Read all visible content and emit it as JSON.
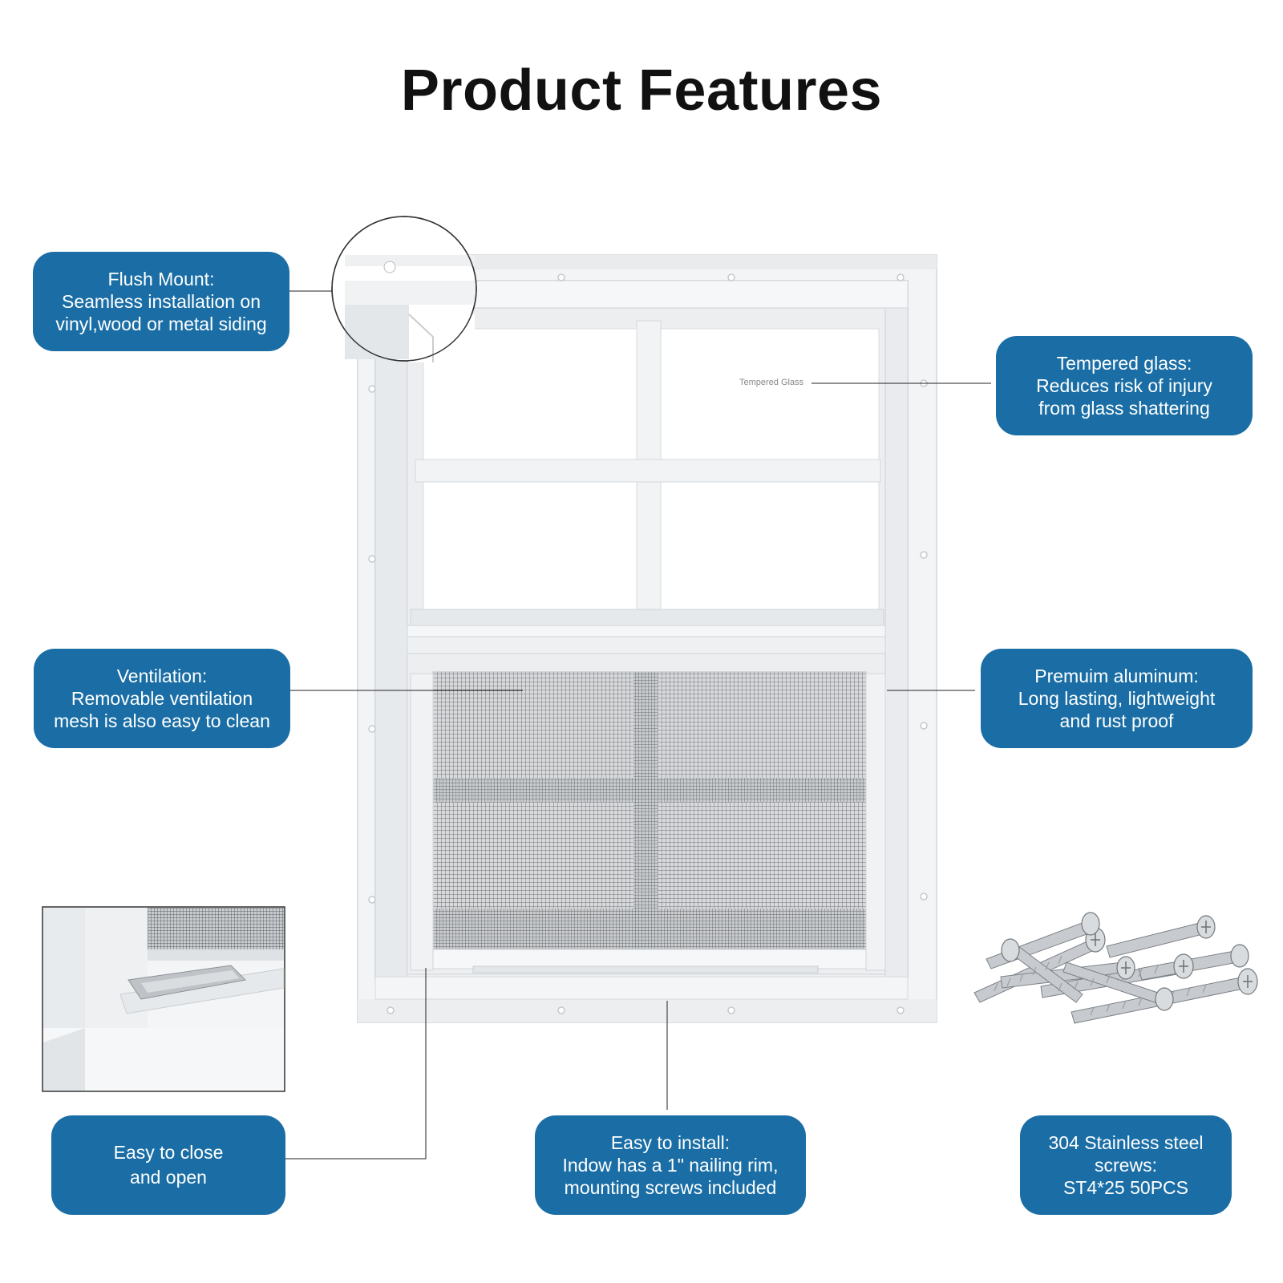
{
  "title": "Product Features",
  "colors": {
    "badge": "#1a6ea5",
    "frame": "#eef0f2",
    "line": "#222222"
  },
  "image_overlay": {
    "glass_label": "Tempered Glass"
  },
  "features": {
    "flush_mount": [
      "Flush Mount:",
      "Seamless installation on",
      "vinyl,wood or metal siding"
    ],
    "tempered_glass": [
      "Tempered glass:",
      "Reduces risk of injury",
      "from glass shattering"
    ],
    "ventilation": [
      "Ventilation:",
      "Removable ventilation",
      "mesh is also easy to clean"
    ],
    "aluminum": [
      "Premuim aluminum:",
      "Long lasting, lightweight",
      "and rust proof"
    ],
    "easy_close": [
      "Easy to close",
      "and open"
    ],
    "easy_install": [
      "Easy to install:",
      "Indow has a 1\" nailing rim,",
      "mounting screws included"
    ],
    "screws": [
      "304 Stainless steel",
      "screws:",
      "ST4*25 50PCS"
    ]
  },
  "icons": [
    "window-illustration",
    "zoom-circle-icon",
    "latch-detail-image",
    "screws-image"
  ]
}
